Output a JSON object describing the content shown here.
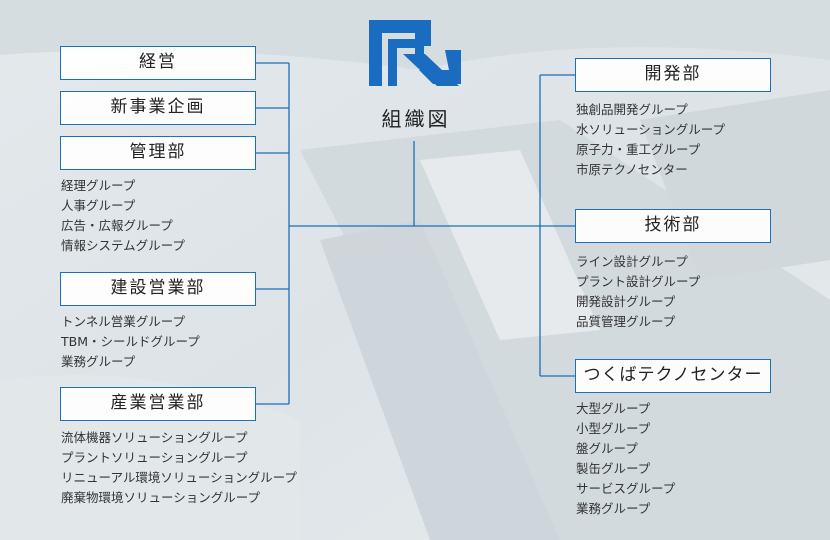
{
  "title": "組織図",
  "colors": {
    "accent": "#1d6fb8",
    "logo": "#1a6cc0"
  },
  "left": [
    {
      "name": "経営",
      "subs": []
    },
    {
      "name": "新事業企画",
      "subs": []
    },
    {
      "name": "管理部",
      "subs": [
        "経理グループ",
        "人事グループ",
        "広告・広報グループ",
        "情報システムグループ"
      ]
    },
    {
      "name": "建設営業部",
      "subs": [
        "トンネル営業グループ",
        "TBM・シールドグループ",
        "業務グループ"
      ]
    },
    {
      "name": "産業営業部",
      "subs": [
        "流体機器ソリューショングループ",
        "プラントソリューショングループ",
        "リニューアル環境ソリューショングループ",
        "廃棄物環境ソリューショングループ"
      ]
    }
  ],
  "right": [
    {
      "name": "開発部",
      "subs": [
        "独創品開発グループ",
        "水ソリューショングループ",
        "原子力・重工グループ",
        "市原テクノセンター"
      ]
    },
    {
      "name": "技術部",
      "subs": [
        "ライン設計グループ",
        "プラント設計グループ",
        "開発設計グループ",
        "品質管理グループ"
      ]
    },
    {
      "name": "つくばテクノセンター",
      "subs": [
        "大型グループ",
        "小型グループ",
        "盤グループ",
        "製缶グループ",
        "サービスグループ",
        "業務グループ"
      ]
    }
  ]
}
